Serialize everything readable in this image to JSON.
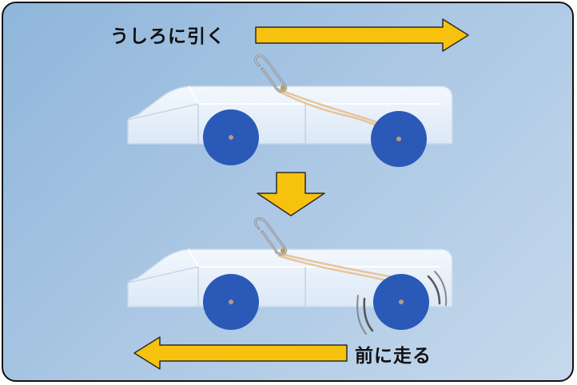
{
  "labels": {
    "pull_back": "うしろに引く",
    "go_forward": "前に走る"
  },
  "colors": {
    "arrow_fill": "#f6c20e",
    "arrow_stroke": "#2b2b2b",
    "wheel": "#2a59b8",
    "car_body": "#e8f1fb",
    "rubber_band": "#e7c49b"
  },
  "icons": {
    "top_arrow": "arrow-right",
    "middle_arrow": "arrow-down",
    "bottom_arrow": "arrow-left"
  }
}
